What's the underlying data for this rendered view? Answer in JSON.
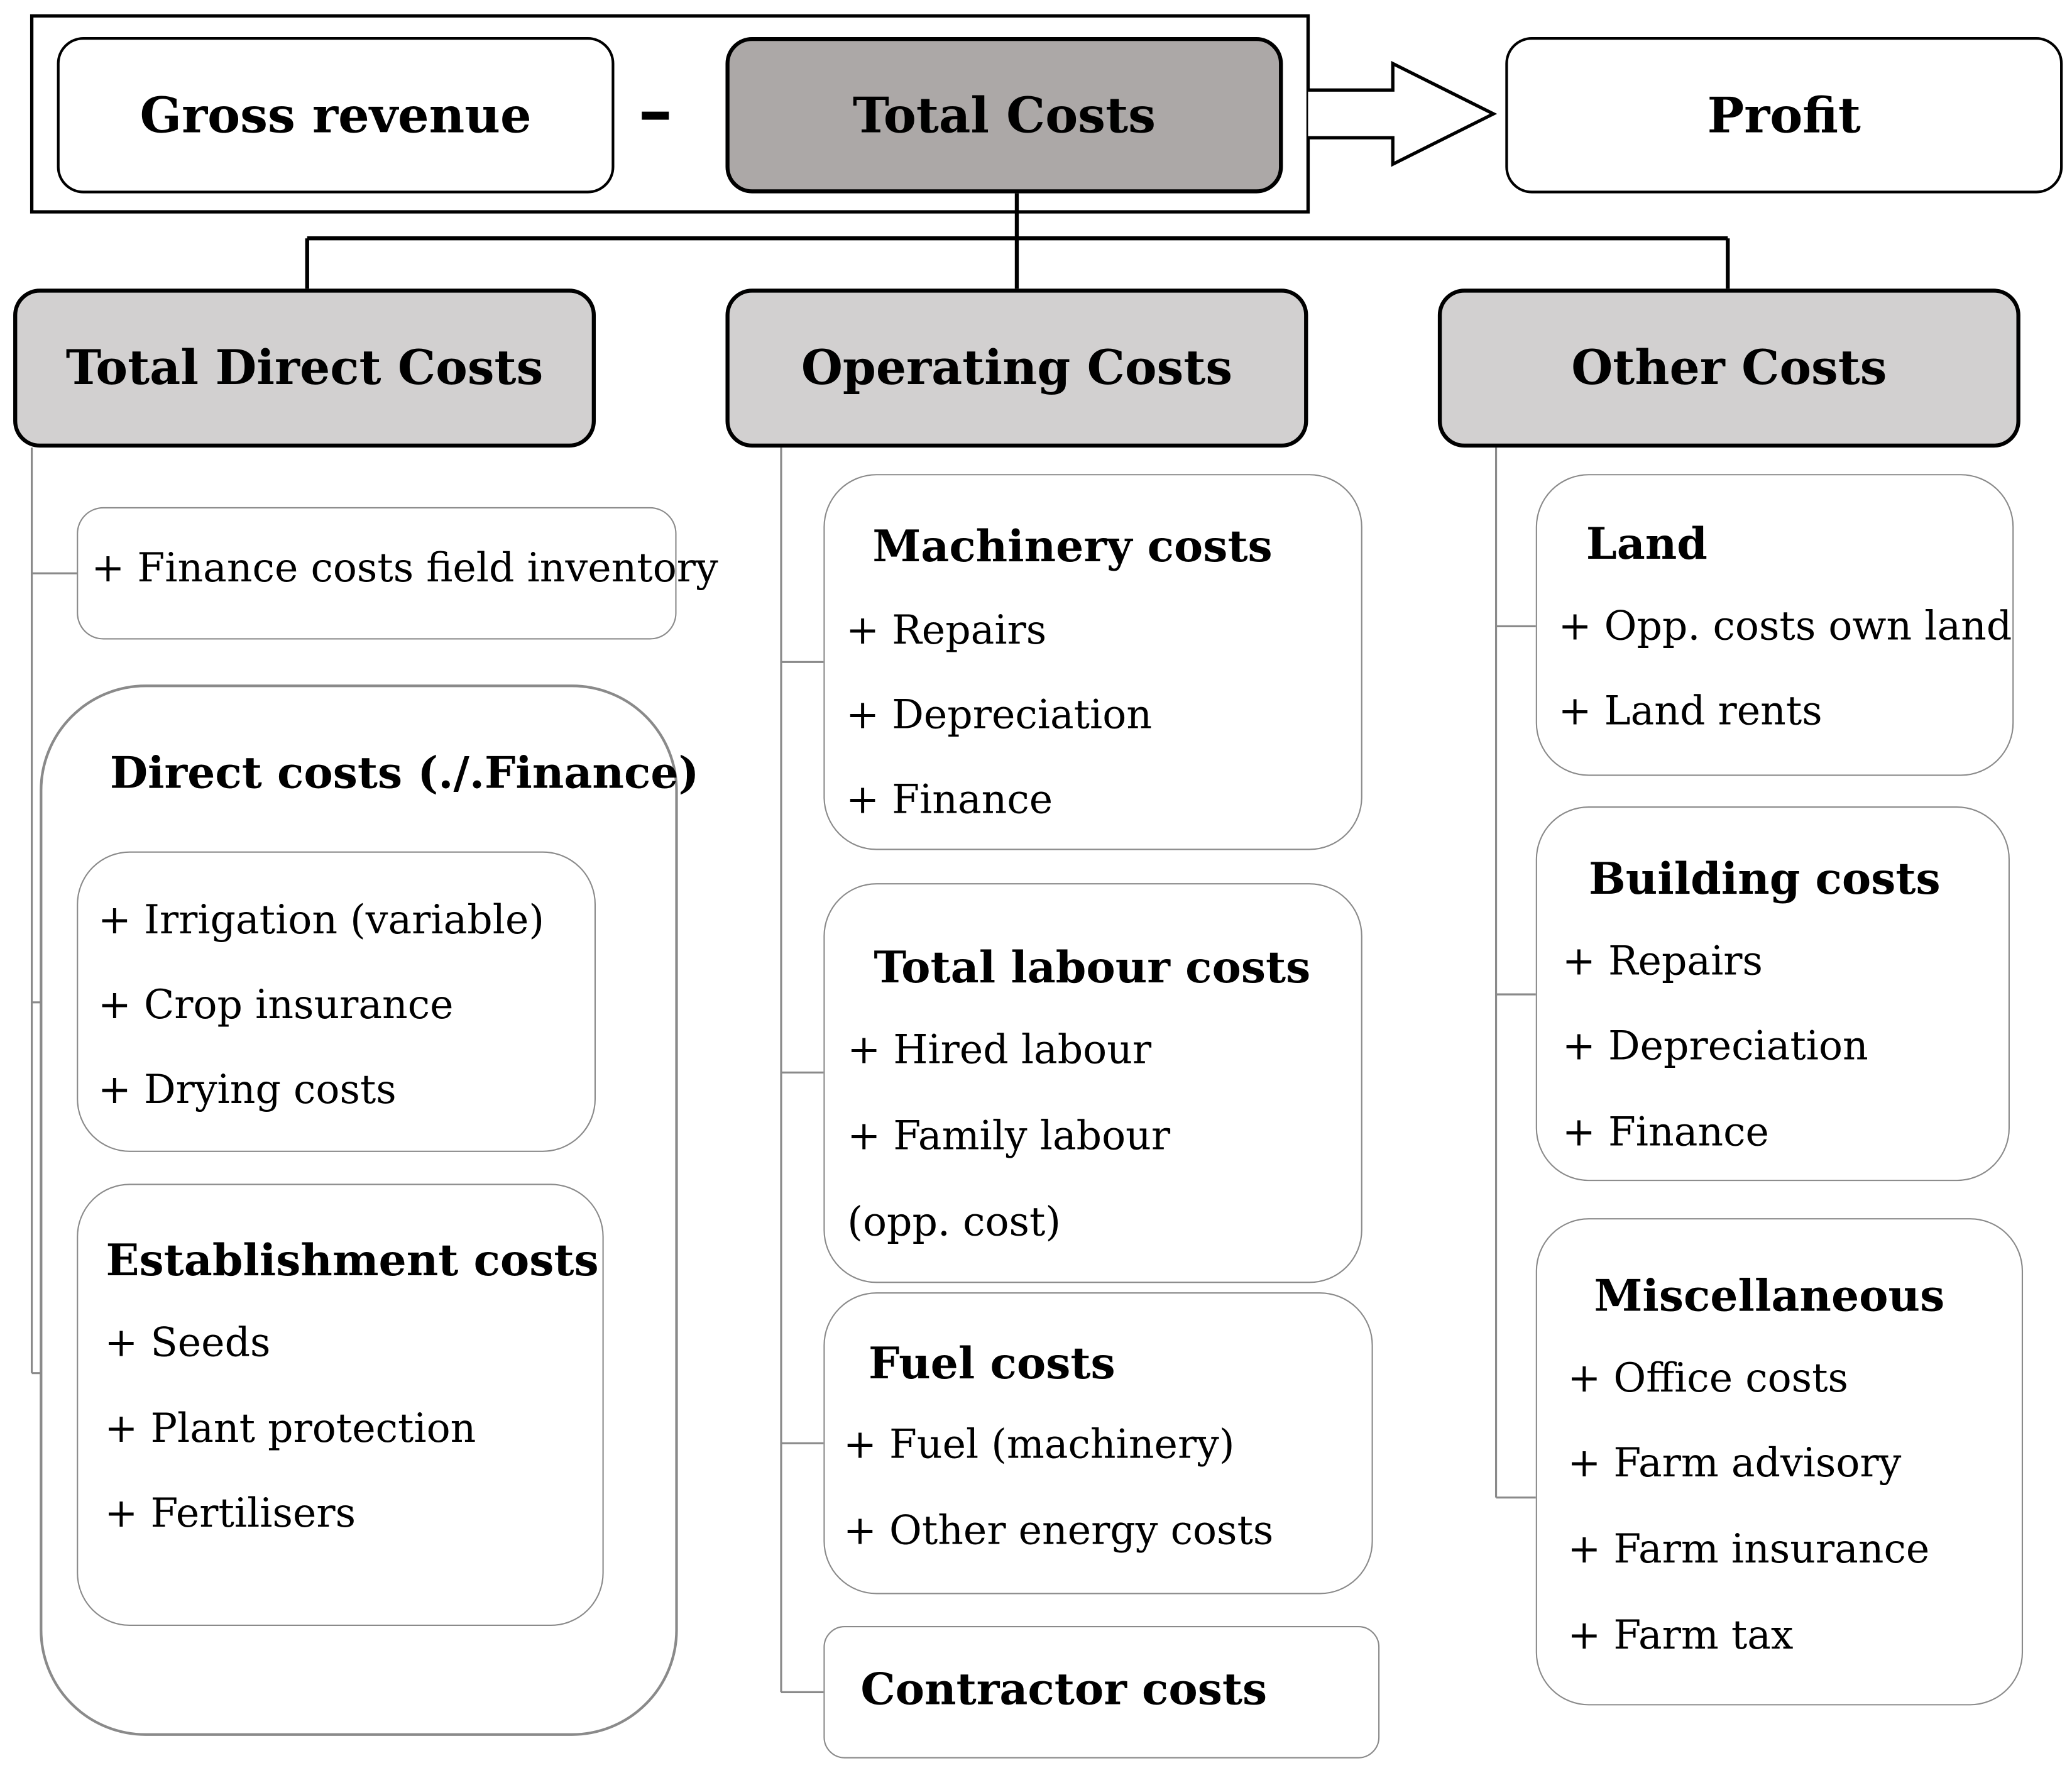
{
  "equation": {
    "gross_revenue": "Gross revenue",
    "minus": "–",
    "total_costs": "Total Costs",
    "profit": "Profit"
  },
  "columns": {
    "direct": {
      "title": "Total Direct Costs",
      "finance_item": "+ Finance costs field inventory",
      "direct_costs": {
        "title": "Direct costs (./.Finance)",
        "variable_items": [
          "+ Irrigation (variable)",
          "+ Crop insurance",
          "+ Drying costs"
        ],
        "establishment": {
          "title": "Establishment costs",
          "items": [
            "+ Seeds",
            "+ Plant protection",
            "+ Fertilisers"
          ]
        }
      }
    },
    "operating": {
      "title": "Operating Costs",
      "machinery": {
        "title": "Machinery costs",
        "items": [
          "+ Repairs",
          "+ Depreciation",
          "+ Finance"
        ]
      },
      "labour": {
        "title": "Total labour costs",
        "items": [
          "+ Hired labour",
          "+ Family labour",
          "(opp. cost)"
        ]
      },
      "fuel": {
        "title": "Fuel costs",
        "items": [
          "+ Fuel (machinery)",
          "+ Other energy costs"
        ]
      },
      "contractor": {
        "title": "Contractor costs"
      }
    },
    "other": {
      "title": "Other Costs",
      "land": {
        "title": "Land",
        "items": [
          "+ Opp. costs own land",
          "+ Land rents"
        ]
      },
      "building": {
        "title": "Building costs",
        "items": [
          "+ Repairs",
          "+ Depreciation",
          "+ Finance"
        ]
      },
      "misc": {
        "title": "Miscellaneous",
        "items": [
          "+ Office costs",
          "+ Farm advisory",
          "+ Farm insurance",
          "+ Farm tax"
        ]
      }
    }
  },
  "colors": {
    "total_costs_fill": "#aca8a7",
    "category_fill": "#d2d0d0",
    "sub_border": "#8a8a8a"
  }
}
